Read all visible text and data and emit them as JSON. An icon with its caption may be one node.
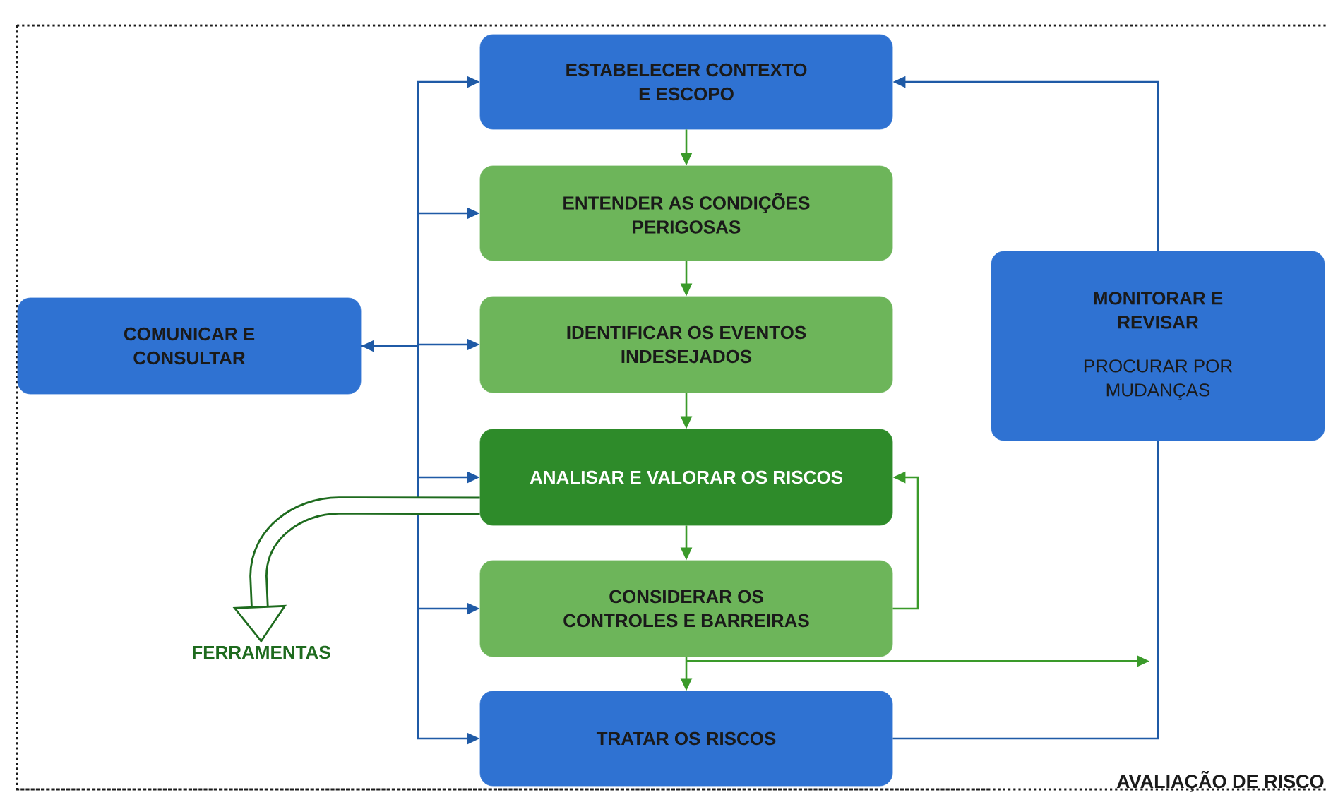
{
  "diagram": {
    "nodes": [
      {
        "text": [
          "ESTABELECER CONTEXTO E ESCOPO"
        ]
      },
      {
        "text": [
          "ENTENDER AS CONDIÇÕES PERIGOSAS"
        ]
      },
      {
        "text": [
          "IDENTIFICAR OS EVENTOS INDESEJADOS"
        ]
      },
      {
        "text": [
          "ANALISAR E VALORAR OS RISCOS"
        ]
      },
      {
        "text": [
          "CONSIDERAR OS CONTROLES E BARREIRAS"
        ]
      },
      {
        "text": [
          "TRATAR OS RISCOS"
        ]
      },
      {
        "text": [
          "COMUNICAR E CONSULTAR"
        ]
      },
      {
        "text": [
          "MONITORAR E REVISAR",
          "PROCURAR POR MUDANÇAS"
        ]
      },
      {
        "text": [
          "FERRAMENTAS"
        ]
      }
    ],
    "edges": [
      {
        "from": 0,
        "to": 1,
        "arrow": "to",
        "color": "#3a9a2a"
      },
      {
        "from": 1,
        "to": 2,
        "arrow": "to",
        "color": "#3a9a2a"
      },
      {
        "from": 2,
        "to": 3,
        "arrow": "to",
        "color": "#3a9a2a"
      },
      {
        "from": 3,
        "to": 4,
        "arrow": "to",
        "color": "#3a9a2a"
      },
      {
        "from": 4,
        "to": 5,
        "arrow": "to",
        "color": "#3a9a2a"
      },
      {
        "from": 4,
        "to": 3,
        "arrow": "to",
        "color": "#3a9a2a"
      },
      {
        "from": 4,
        "to": null,
        "arrow": "to",
        "color": "#3a9a2a"
      },
      {
        "from": 5,
        "to": 7,
        "arrow": "none"
      },
      {
        "from": 7,
        "to": 0,
        "arrow": "to"
      },
      {
        "from": 6,
        "to": 0,
        "arrow": "to"
      },
      {
        "from": 6,
        "to": 1,
        "arrow": "to"
      },
      {
        "from": 6,
        "to": 2,
        "arrow": "both"
      },
      {
        "from": 6,
        "to": 3,
        "arrow": "to"
      },
      {
        "from": 6,
        "to": 4,
        "arrow": "to"
      },
      {
        "from": 6,
        "to": 5,
        "arrow": "to"
      },
      {
        "from": 3,
        "to": 8,
        "arrow": "to",
        "style": "thick",
        "color": "#1e6b1e"
      }
    ],
    "labels": [
      "AVALIAÇÃO DE RISCO"
    ]
  }
}
